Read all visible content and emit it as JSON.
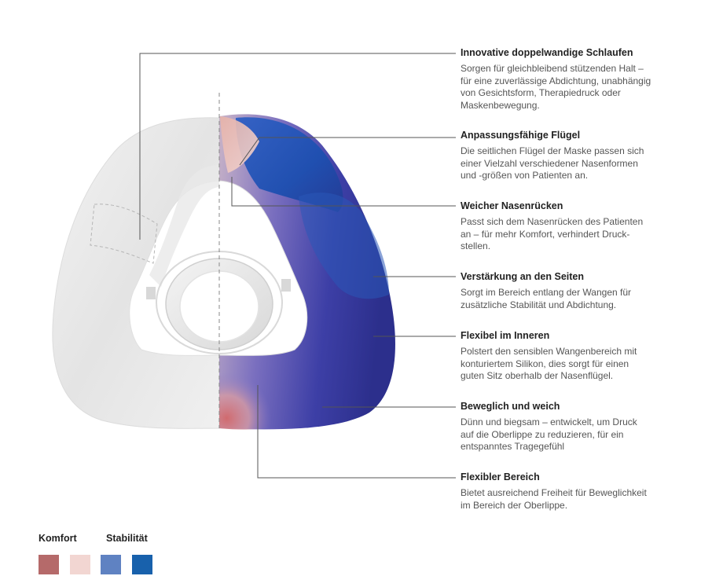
{
  "callouts": [
    {
      "title": "Innovative doppelwandige Schlaufen",
      "description": "Sorgen für gleichbleibend stützenden Halt –\nfür eine zuverlässige Abdichtung, unabhängig\nvon Gesichtsform, Therapiedruck oder\nMaskenbewegung."
    },
    {
      "title": "Anpassungsfähige Flügel",
      "description": "Die seitlichen Flügel der Maske passen sich\neiner Vielzahl verschiedener Nasenformen\nund -größen von Patienten an."
    },
    {
      "title": "Weicher Nasenrücken",
      "description": "Passt sich dem Nasenrücken des Patienten\nan – für mehr Komfort, verhindert Druck-\nstellen."
    },
    {
      "title": "Verstärkung an den Seiten",
      "description": "Sorgt im Bereich entlang der Wangen für\nzusätzliche Stabilität und Abdichtung."
    },
    {
      "title": "Flexibel im Inneren",
      "description": "Polstert den sensiblen Wangenbereich mit\nkonturiertem Silikon, dies sorgt für einen\nguten Sitz oberhalb der Nasenflügel."
    },
    {
      "title": "Beweglich und weich",
      "description": "Dünn und biegsam – entwickelt, um  Druck\nauf die Oberlippe zu reduzieren, für ein\nentspanntes Tragegefühl"
    },
    {
      "title": "Flexibler Bereich",
      "description": "Bietet ausreichend Freiheit für Beweglichkeit\nim Bereich der Oberlippe."
    }
  ],
  "legend": {
    "comfort_label": "Komfort",
    "stability_label": "Stabilität",
    "swatches": [
      {
        "role": "comfort-strong",
        "color": "#b56a6a"
      },
      {
        "role": "comfort-light",
        "color": "#f2d6d2"
      },
      {
        "role": "stability-light",
        "color": "#5f82c2"
      },
      {
        "role": "stability-strong",
        "color": "#1861ac"
      }
    ]
  },
  "colors": {
    "comfort_strong": "#c46a6a",
    "comfort_light": "#f0cfc8",
    "stability_light": "#5a7fc4",
    "stability_strong": "#1f3f9a",
    "stability_deep": "#2c3590",
    "leader_line": "#555555",
    "mask_grey": "#ebebeb"
  }
}
